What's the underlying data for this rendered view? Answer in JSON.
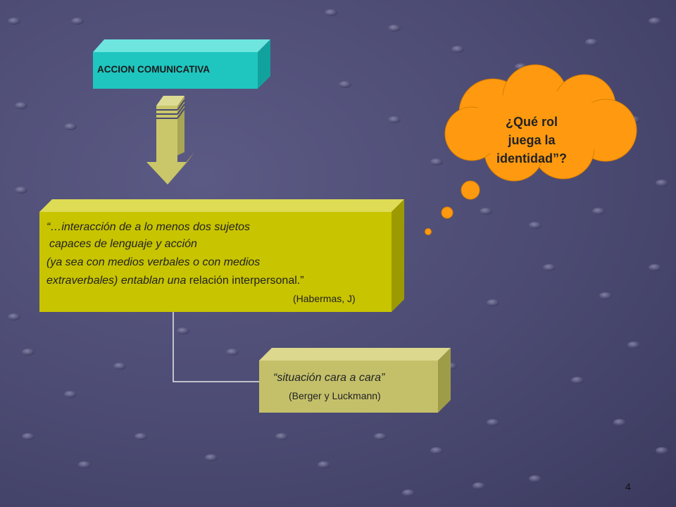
{
  "diagram": {
    "title_box": {
      "label": "ACCION COMUNICATIVA"
    },
    "definition_box": {
      "line1": "“…interacción de a lo menos dos sujetos",
      "line2": "capaces de lenguaje y acción",
      "line3": "(ya sea con medios verbales o con medios",
      "line4_italic": "extraverbales) entablan una ",
      "line4_plain": "relación interpersonal.”",
      "citation": "(Habermas, J)"
    },
    "situation_box": {
      "label": "“situación cara a cara”",
      "citation": "(Berger y Luckmann)"
    },
    "thought_cloud": {
      "line1": "¿Qué rol",
      "line2": "juega la",
      "line3": "identidad”?"
    }
  },
  "colors": {
    "title_box": "#1fc6c0",
    "definition_box": "#c8c400",
    "situation_box": "#c4c06a",
    "cloud": "#ff9a10",
    "arrow": "#c9c76a"
  },
  "page_number": "4"
}
